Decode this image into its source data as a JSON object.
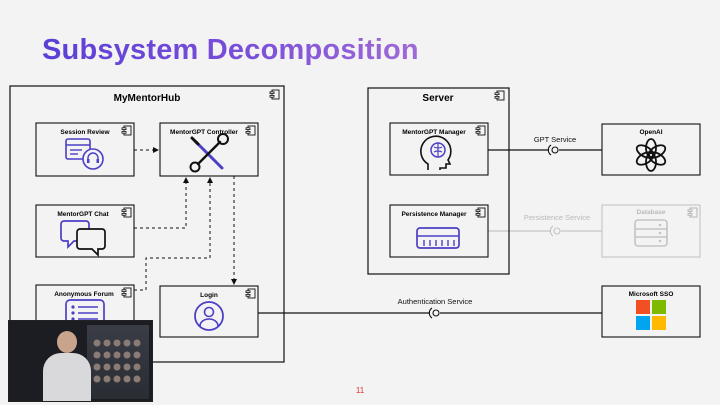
{
  "slide": {
    "title": "Subsystem Decomposition",
    "page_number": "11"
  },
  "subsystems": {
    "mymentorhub": "MyMentorHub",
    "server": "Server"
  },
  "components": {
    "session_review": "Session Review",
    "mentorgpt_controller": "MentorGPT Controller",
    "mentorgpt_chat": "MentorGPT Chat",
    "anonymous_forum": "Anonymous Forum",
    "login": "Login",
    "mentorgpt_manager": "MentorGPT Manager",
    "persistence_manager": "Persistence Manager",
    "openai": "OpenAI",
    "database": "Database",
    "microsoft_sso": "Microsoft SSO"
  },
  "interfaces": {
    "gpt_service": "GPT Service",
    "persistence_service": "Persistence Service",
    "authentication_service": "Authentication Service"
  },
  "colors": {
    "title_gradient_start": "#5b3fd6",
    "title_gradient_end": "#a06ad6",
    "icon_accent": "#4b3fc4",
    "greyed_out": "#c4c4c8"
  },
  "icons": {
    "component_stereotype": "uml-component-icon",
    "session_review": "document-headphones-icon",
    "mentorgpt_controller": "wrench-screwdriver-icon",
    "mentorgpt_chat": "chat-bubbles-icon",
    "anonymous_forum": "list-icon",
    "login": "user-avatar-icon",
    "mentorgpt_manager": "brain-head-icon",
    "persistence_manager": "server-rack-icon",
    "openai": "openai-logo",
    "database": "database-icon",
    "microsoft_sso": "microsoft-logo"
  }
}
